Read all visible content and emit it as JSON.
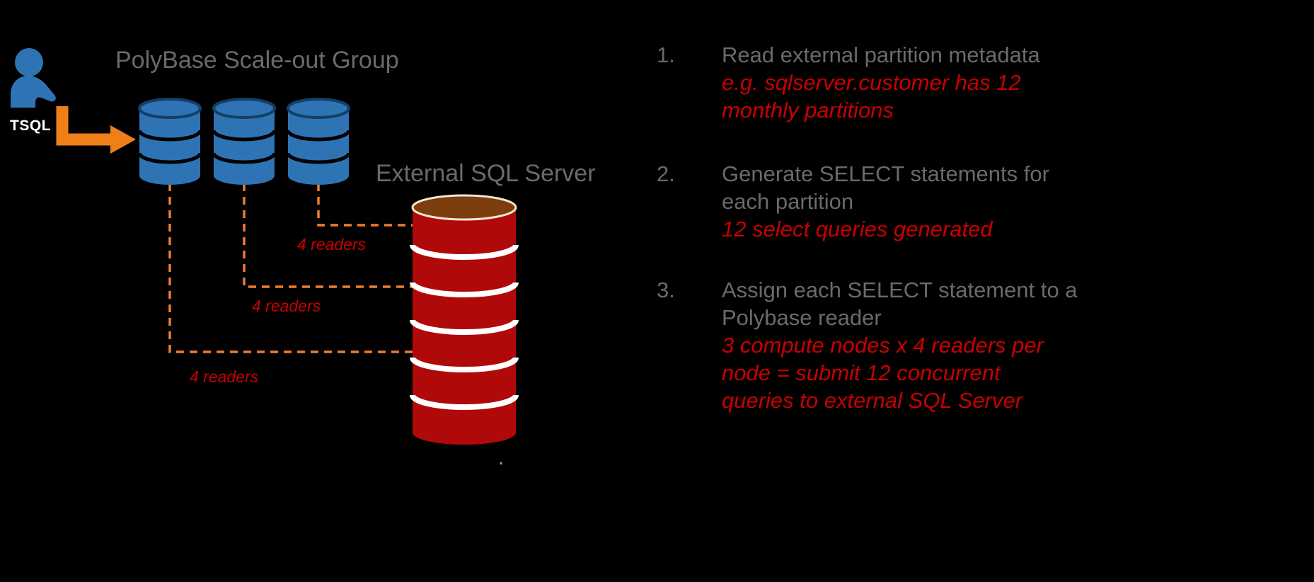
{
  "colors": {
    "background": "#000000",
    "muted_text": "#6a6a6a",
    "accent_red": "#c90000",
    "node_blue": "#2e74b5",
    "arrow_orange": "#ef8018",
    "connector_orange": "#ed7d31",
    "server_red": "#b00909",
    "server_top_brown": "#7e3d0e",
    "tsql_white": "#ffffff"
  },
  "diagram": {
    "title": "PolyBase Scale-out Group",
    "tsql_label": "TSQL",
    "external_server_label": "External SQL Server",
    "compute_node_count": 3,
    "connections": [
      {
        "label": "4 readers"
      },
      {
        "label": "4 readers"
      },
      {
        "label": "4 readers"
      }
    ],
    "stray_dot": "."
  },
  "steps": [
    {
      "number": "1.",
      "text": "Read external partition metadata",
      "note": "e.g. sqlserver.customer has 12\nmonthly partitions"
    },
    {
      "number": "2.",
      "text": "Generate SELECT statements for\neach partition",
      "note": "12 select queries generated"
    },
    {
      "number": "3.",
      "text": "Assign each SELECT statement to a\nPolybase reader",
      "note": "3 compute nodes x 4 readers per\nnode = submit 12 concurrent\nqueries to external SQL Server"
    }
  ]
}
